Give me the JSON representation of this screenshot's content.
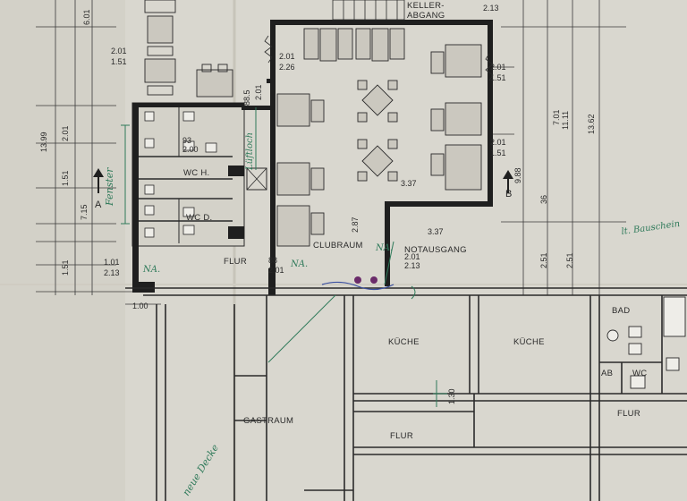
{
  "rooms": {
    "keller": "KELLER-",
    "abgang": "ABGANG",
    "wc_h": "WC H.",
    "wc_d": "WC D.",
    "flur_left": "FLUR",
    "clubraum": "CLUBRAUM",
    "notausgang": "NOTAUSGANG",
    "kueche_1": "KÜCHE",
    "kueche_2": "KÜCHE",
    "bad": "BAD",
    "ab": "AB",
    "wc": "WC",
    "flur_right": "FLUR",
    "gastraum": "GASTRAUM",
    "flur_bottom": "FLUR"
  },
  "section_marks": {
    "a": "A",
    "b": "B"
  },
  "dimensions": {
    "d_6_01": "6.01",
    "d_2_01_a": "2.01",
    "d_1_51_a": "1.51",
    "d_2_01_b": "2.01",
    "d_2_26": "2.26",
    "d_13_99": "13.99",
    "d_2_01_left": "2.01",
    "d_1_51_left": "1.51",
    "d_7_15": "7.15",
    "d_1_51_low": "1.51",
    "d_1_01": "1.01",
    "d_2_13_left": "2.13",
    "d_1_00": "1.00",
    "d_88_5": "88.5",
    "d_2_01_door": "2.01",
    "d_93_a": "93",
    "d_200_a": "2.00",
    "d_2_87": "2.87",
    "d_3_37_a": "3.37",
    "d_3_37_b": "3.37",
    "d_2_01_c": "2.01",
    "d_1_51_c": "1.51",
    "d_2_01_d": "2.01",
    "d_1_51_d": "1.51",
    "d_9_88": "9.88",
    "d_7_01": "7.01",
    "d_11_11": "11.11",
    "d_13_62": "13.62",
    "d_2_51_a": "2.51",
    "d_2_51_b": "2.51",
    "d_2_135": "2.13",
    "d_2_01_nota": "2.01",
    "d_2_13_nota": "2.13",
    "d_88_5_b": "88",
    "d_2_01_e": "2.01",
    "d_36_5": "36",
    "d_1_30": "1.30"
  },
  "handwritten": {
    "fenster": "Fenster",
    "luftloch": "Lüftloch",
    "na_1": "NA.",
    "na_2": "NA.",
    "na_3": "NA.",
    "bauschein": "lt. Bauschein",
    "decke": "neue Decke"
  },
  "colors": {
    "paper": "#d9d7cf",
    "ink": "#2a2a2a",
    "wall": "#1f1f1f",
    "handwriting": "#2f7a5a",
    "pen_blue": "#3a4fa0",
    "accent_marks": "#6a2b6a"
  }
}
